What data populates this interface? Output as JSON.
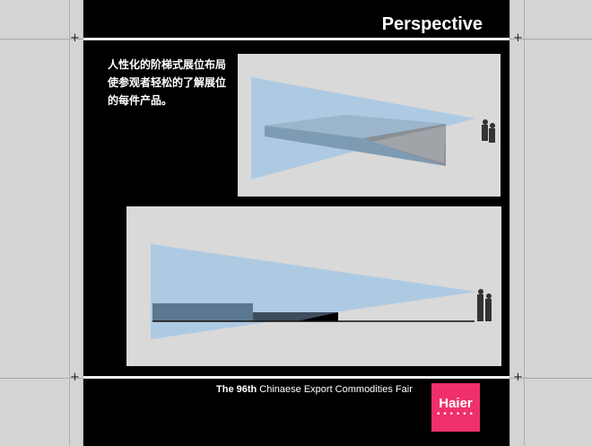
{
  "header": {
    "title": "Perspective"
  },
  "description": [
    "人性化的阶梯式展位布局",
    "使参观者轻松的了解展位",
    "的每件产品。"
  ],
  "footer": {
    "prefix": "The 96th",
    "text": "Chinaese Export Commodities Fair"
  },
  "logo": {
    "text": "Haier",
    "dots": "••••••",
    "color": "#f0306a"
  }
}
